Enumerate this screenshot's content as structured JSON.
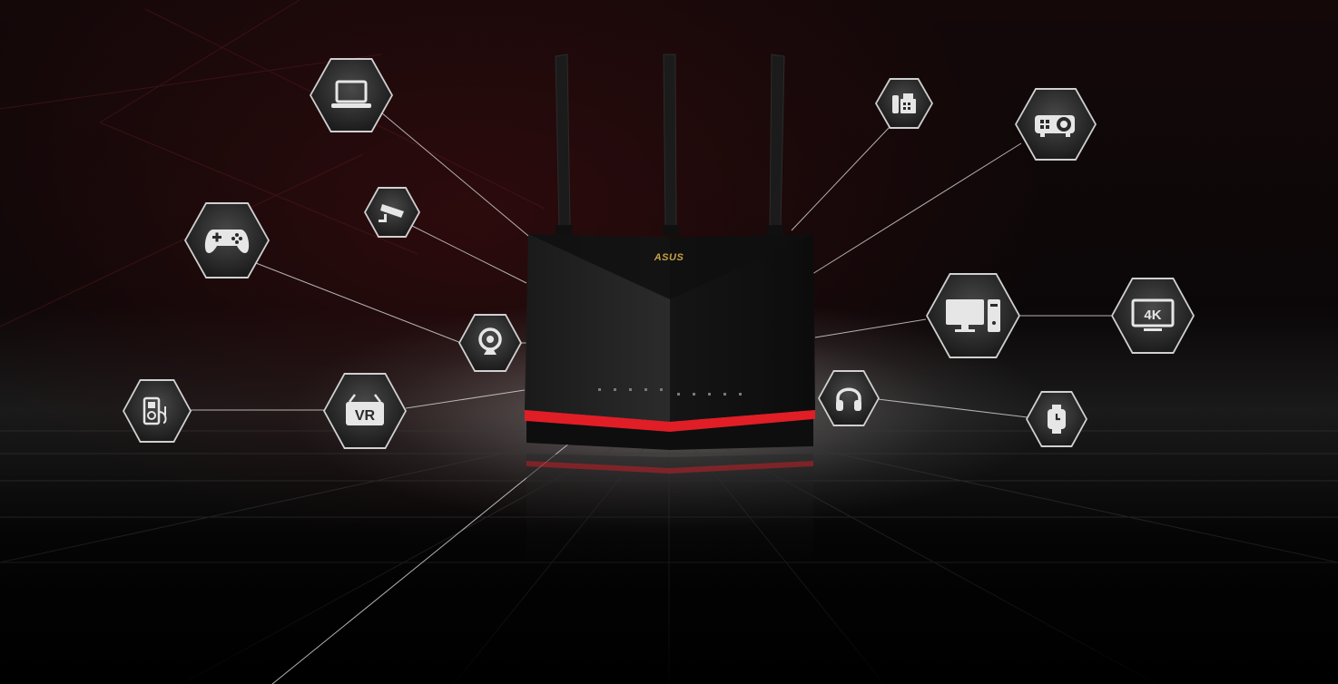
{
  "scene": {
    "brand_logo_text": "ASUS",
    "accent_color": "#e11d26",
    "line_color": "#cfcfcf",
    "background_color": "#050505"
  },
  "devices": [
    {
      "name": "laptop-icon"
    },
    {
      "name": "security-camera-icon"
    },
    {
      "name": "game-controller-icon"
    },
    {
      "name": "webcam-icon"
    },
    {
      "name": "media-player-icon"
    },
    {
      "name": "vr-headset-icon",
      "label": "VR"
    },
    {
      "name": "fax-machine-icon"
    },
    {
      "name": "projector-icon"
    },
    {
      "name": "desktop-computer-icon"
    },
    {
      "name": "tv-4k-icon",
      "label": "4K"
    },
    {
      "name": "headphones-icon"
    },
    {
      "name": "smartwatch-icon"
    }
  ]
}
